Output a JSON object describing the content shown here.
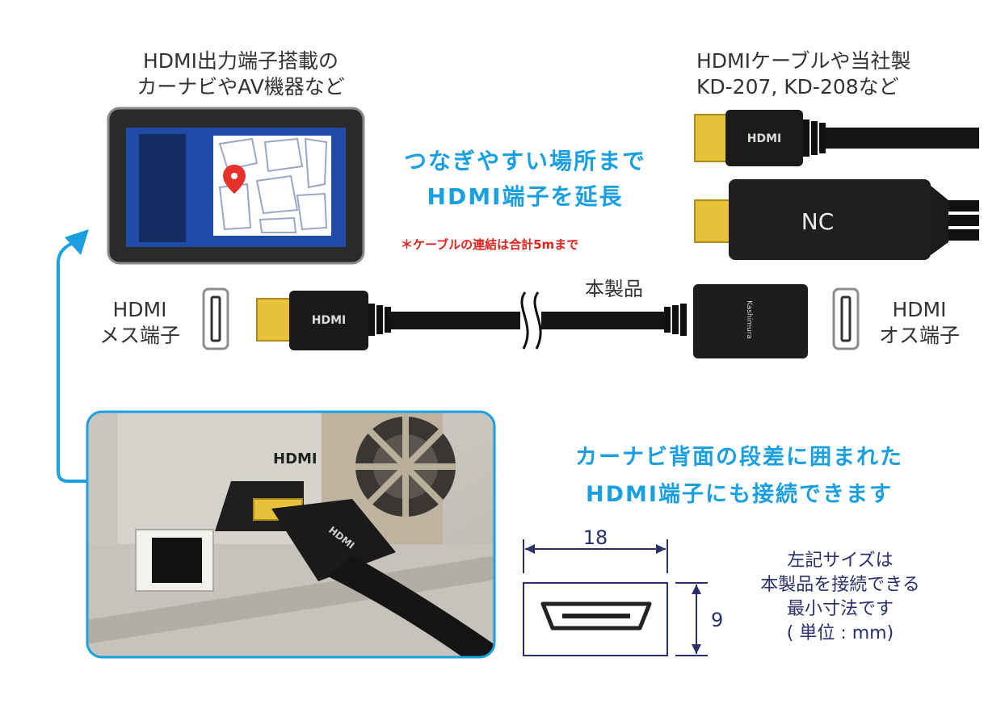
{
  "top_left_caption": {
    "line1": "HDMI出力端子搭載の",
    "line2": "カーナビやAV機器など"
  },
  "top_right_caption": {
    "line1": "HDMIケーブルや当社製",
    "line2": "KD-207, KD-208など"
  },
  "center_heading": {
    "line1": "つなぎやすい場所まで",
    "line2": "HDMI端子を延長"
  },
  "note": "＊ケーブルの連結は合計5mまで",
  "product_label": "本製品",
  "left_connector_label": {
    "line1": "HDMI",
    "line2": "メス端子"
  },
  "right_connector_label": {
    "line1": "HDMI",
    "line2": "オス端子"
  },
  "bottom_heading": {
    "line1": "カーナビ背面の段差に囲まれた",
    "line2": "HDMI端子にも接続できます"
  },
  "dimension": {
    "width": "18",
    "height": "9"
  },
  "size_note": {
    "line1": "左記サイズは",
    "line2": "本製品を接続できる",
    "line3": "最小寸法です",
    "line4": "( 単位 : mm)"
  },
  "plug_brand": "HDMI",
  "housing_brand": "Kashimura",
  "logo_text": "NC",
  "colors": {
    "accent_blue": "#1aa0e0",
    "navy": "#2b2f6b",
    "note_red": "#e0231b"
  }
}
